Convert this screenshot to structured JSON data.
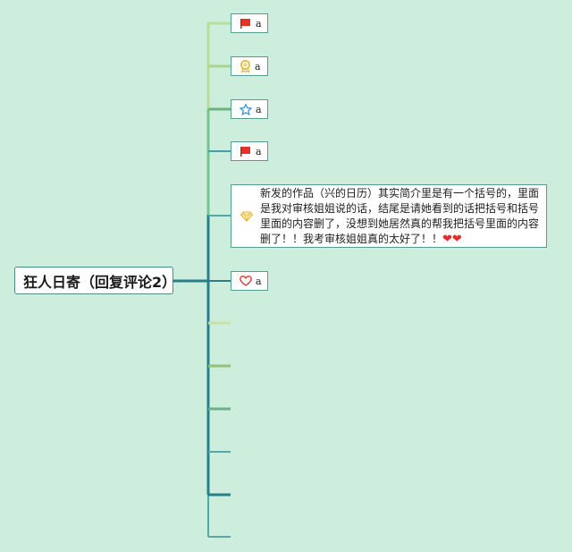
{
  "root": {
    "title": "狂人日寄（回复评论2）"
  },
  "topics": [
    {
      "icon": "red-flag-icon",
      "label": "a"
    },
    {
      "icon": "award-ribbon-icon",
      "label": "a"
    },
    {
      "icon": "star-outline-icon",
      "label": "a"
    },
    {
      "icon": "red-flag-icon",
      "label": "a"
    },
    {
      "icon": "gem-icon",
      "text": "新发的作品（兴的日历）其实简介里是有一个括号的，里面是我对审核姐姐说的话，结尾是请她看到的话把括号和括号里面的内容删了，没想到她居然真的帮我把括号里面的内容删了！！我考审核姐姐真的太好了！！",
      "emoji": "❤❤"
    },
    {
      "icon": "heart-outline-icon",
      "label": "a"
    }
  ],
  "colors": {
    "background": "#cdeedd",
    "trunk": "#2a7f86",
    "branch_light": "#b8dd9a",
    "branch_green": "#7cc08e",
    "branch_teal": "#5aa6a2",
    "flag": "#e5322b",
    "star": "#2f8fd6",
    "award": "#e3b53a",
    "heart": "#e03030"
  }
}
